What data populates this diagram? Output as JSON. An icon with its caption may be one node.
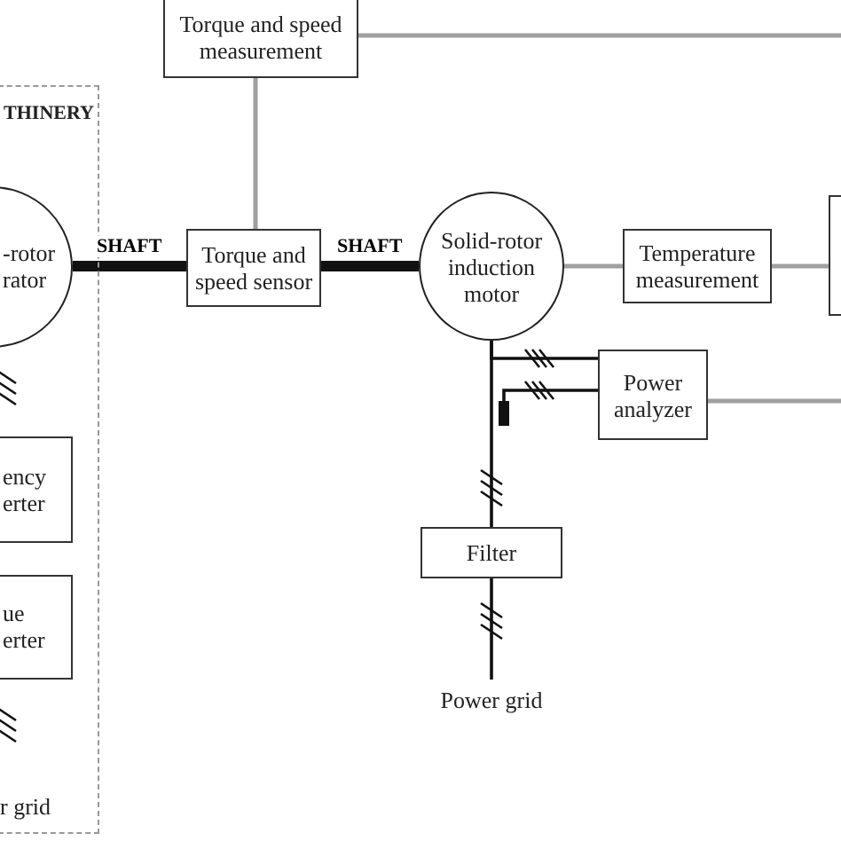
{
  "diagram": {
    "nodes": [
      {
        "text": [
          "Torque and speed measurement"
        ]
      },
      {
        "text": [
          "THINERY"
        ]
      },
      {
        "text": [
          "-rotor rator"
        ],
        "in": 1
      },
      {
        "text": [
          "ency erter"
        ],
        "in": 1
      },
      {
        "text": [
          "ue erter"
        ],
        "in": 1
      },
      {
        "text": [
          "Torque and speed sensor"
        ]
      },
      {
        "text": [
          "Solid-rotor induction motor"
        ]
      },
      {
        "text": [
          "Temperature measurement"
        ]
      },
      {
        "text": [],
        "shape": "box"
      },
      {
        "text": [
          "Power analyzer"
        ]
      },
      {
        "text": [],
        "shape": "box"
      },
      {
        "text": [
          "Filter"
        ]
      },
      {
        "text": [
          "Power grid"
        ]
      }
    ],
    "edges": [
      {
        "from": 0,
        "to": 5,
        "arrow": "none",
        "color": "#a0a0a0"
      },
      {
        "from": 0,
        "to": null,
        "arrow": "none",
        "color": "#a0a0a0"
      },
      {
        "from": 2,
        "to": 5,
        "arrow": "none",
        "label": "SHAFT",
        "style": "thick"
      },
      {
        "from": 5,
        "to": 6,
        "arrow": "none",
        "label": "SHAFT",
        "style": "thick"
      },
      {
        "from": 6,
        "to": 7,
        "arrow": "none",
        "color": "#a0a0a0"
      },
      {
        "from": 7,
        "to": 8,
        "arrow": "none",
        "color": "#a0a0a0"
      },
      {
        "from": 6,
        "to": 9,
        "arrow": "none"
      },
      {
        "from": 10,
        "to": 9,
        "arrow": "none"
      },
      {
        "from": 9,
        "to": null,
        "arrow": "none",
        "color": "#a0a0a0"
      },
      {
        "from": 6,
        "to": 11,
        "arrow": "none"
      },
      {
        "from": 11,
        "to": 12,
        "arrow": "none"
      }
    ],
    "labels": [
      "r grid"
    ]
  }
}
